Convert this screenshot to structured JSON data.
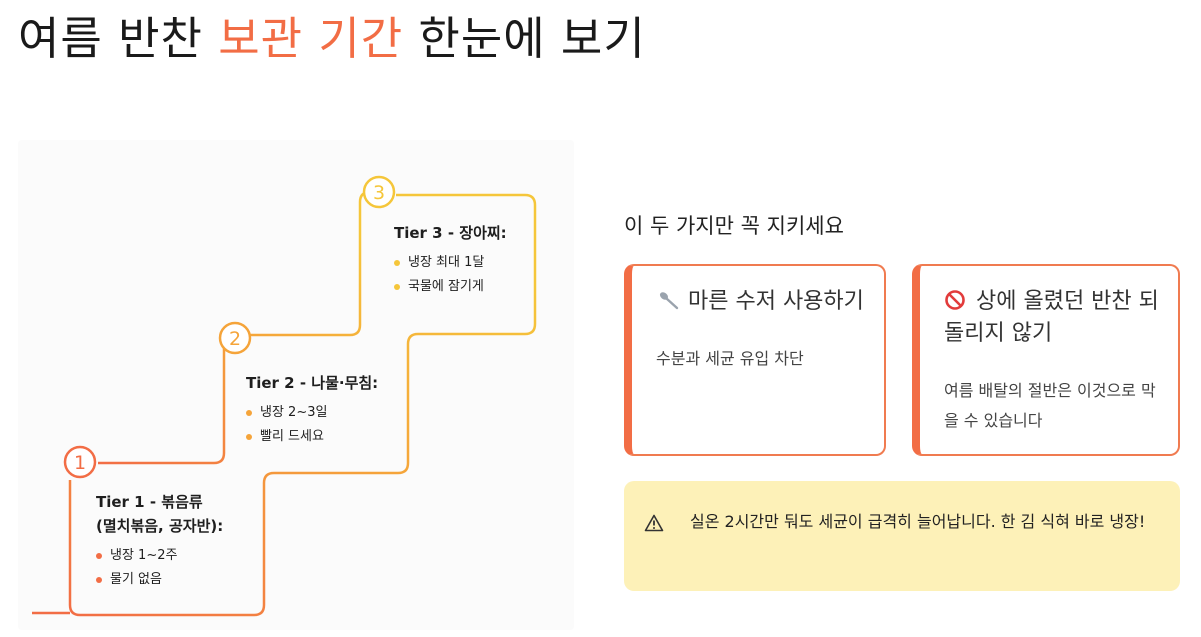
{
  "title": {
    "part1": "여름 반찬 ",
    "accent": "보관 기간",
    "part2": " 한눈에 보기"
  },
  "tiers": [
    {
      "number": "1",
      "title": "Tier 1 - 볶음류\n(멸치볶음, 공자반):",
      "bullets": [
        "냉장 1~2주",
        "물기 없음"
      ],
      "color": "#f26d45"
    },
    {
      "number": "2",
      "title": "Tier 2 - 나물·무침:",
      "bullets": [
        "냉장 2~3일",
        "빨리 드세요"
      ],
      "color": "#f5a43a"
    },
    {
      "number": "3",
      "title": "Tier 3 - 장아찌:",
      "bullets": [
        "냉장 최대 1달",
        "국물에 잠기게"
      ],
      "color": "#f5c63a"
    }
  ],
  "rules": {
    "heading": "이 두 가지만 꼭 지키세요",
    "cards": [
      {
        "icon": "spoon-icon",
        "title": "마른 수저 사용하기",
        "body": "수분과 세균 유입 차단"
      },
      {
        "icon": "prohibited-icon",
        "title": "상에 올렸던 반찬 되돌리지 않기",
        "body": "여름 배탈의 절반은 이것으로 막을 수 있습니다"
      }
    ]
  },
  "warning": {
    "icon": "warning-icon",
    "text": "실온 2시간만 둬도 세균이 급격히 늘어납니다. 한 김 식혀 바로 냉장!"
  },
  "colors": {
    "accent": "#f26d45",
    "orange": "#f5a43a",
    "yellow": "#f5c63a",
    "warning_bg": "#fdf1b8"
  }
}
